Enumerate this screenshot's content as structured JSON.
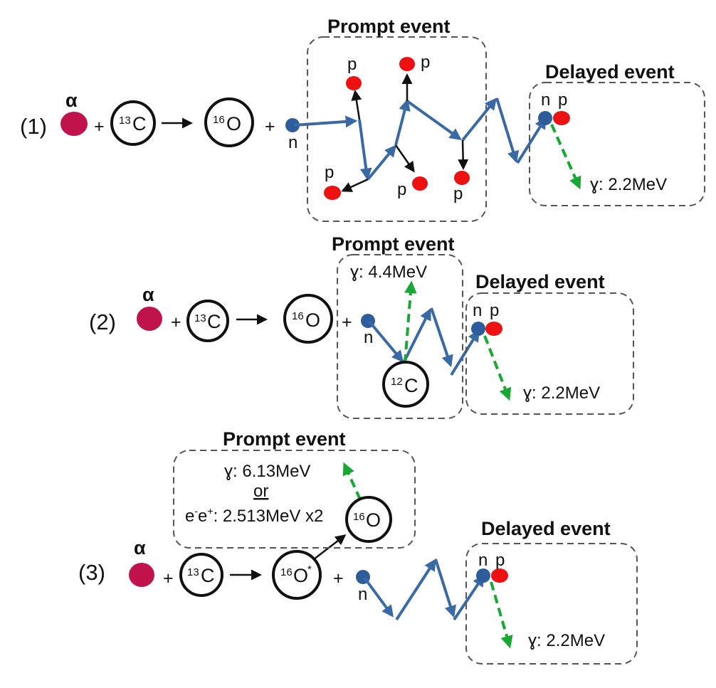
{
  "colors": {
    "alpha": "#c0134b",
    "neutron": "#2e5d9b",
    "proton": "#ee1111",
    "path": "#3a6aa6",
    "gamma": "#16a832",
    "box": "#555555"
  },
  "common": {
    "alpha": "α",
    "plus": "+",
    "n": "n",
    "p": "p",
    "c13_mass": "13",
    "c13_sym": "C",
    "o16_mass": "16",
    "o16_sym": "O",
    "delayed_title": "Delayed event",
    "prompt_title": "Prompt event",
    "delayed_gamma": "ɣ: 2.2MeV"
  },
  "rows": [
    {
      "label": "(1)"
    },
    {
      "label": "(2)",
      "prompt_gamma": "ɣ: 4.4MeV",
      "c12_mass": "12",
      "c12_sym": "C"
    },
    {
      "label": "(3)",
      "excited_mark": "*",
      "prompt_gamma": "ɣ: 6.13MeV",
      "or_text": "or",
      "pair_text_a": "e",
      "pair_sup_a": "-",
      "pair_text_b": "e",
      "pair_sup_b": "+",
      "pair_value": ": 2.513MeV x2"
    }
  ]
}
